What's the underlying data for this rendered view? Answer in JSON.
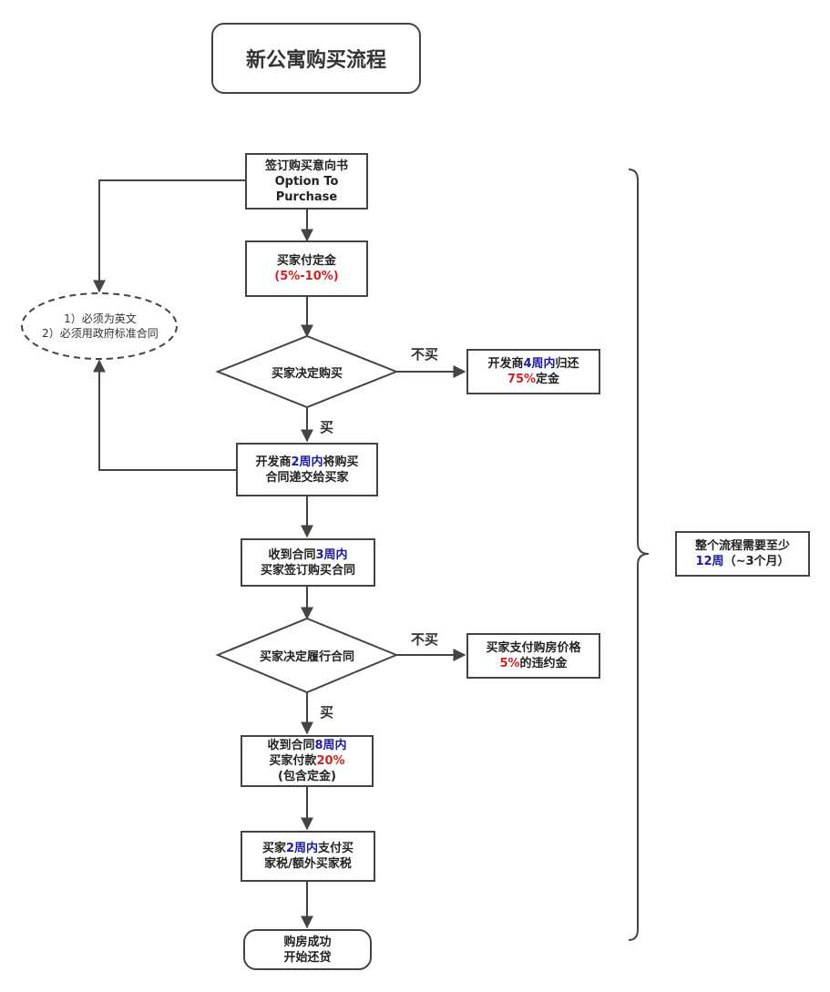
{
  "title": "新公寓购买流程",
  "colors": {
    "stroke": "#444444",
    "highlight_blue": "#1a1aa6",
    "highlight_red": "#d42020"
  },
  "steps": {
    "option": {
      "line1": "签订购买意向书",
      "line2": "Option To",
      "line3": "Purchase"
    },
    "deposit": {
      "line1": "买家付定金",
      "line2": "(5%-10%)"
    },
    "decide_buy": "买家决定购买",
    "refund": {
      "pre": "开发商",
      "blue": "4周内",
      "post": "归还",
      "red": "75%",
      "post2": "定金"
    },
    "deliver": {
      "pre": "开发商",
      "blue": "2周内",
      "post": "将购买",
      "line2": "合同递交给买家"
    },
    "sign": {
      "pre": "收到合同",
      "blue": "3周内",
      "line2": "买家签订购买合同"
    },
    "decide_perform": "买家决定履行合同",
    "penalty": {
      "line1": "买家支付购房价格",
      "red": "5%",
      "post": "的违约金"
    },
    "pay": {
      "pre": "收到合同",
      "blue": "8周内",
      "line2_pre": "买家付款",
      "red": "20%",
      "line3": "(包含定金)"
    },
    "stamp": {
      "pre": "买家",
      "blue": "2周内",
      "post": "支付买",
      "line2": "家税/额外买家税"
    },
    "done": {
      "line1": "购房成功",
      "line2": "开始还贷"
    }
  },
  "edge_labels": {
    "no_buy_1": "不买",
    "buy_1": "买",
    "no_buy_2": "不买",
    "buy_2": "买"
  },
  "note": {
    "line1": "1）必须为英文",
    "line2": "2）必须用政府标准合同"
  },
  "summary": {
    "line1": "整个流程需要至少",
    "blue": "12周",
    "post": "（~3个月）"
  }
}
